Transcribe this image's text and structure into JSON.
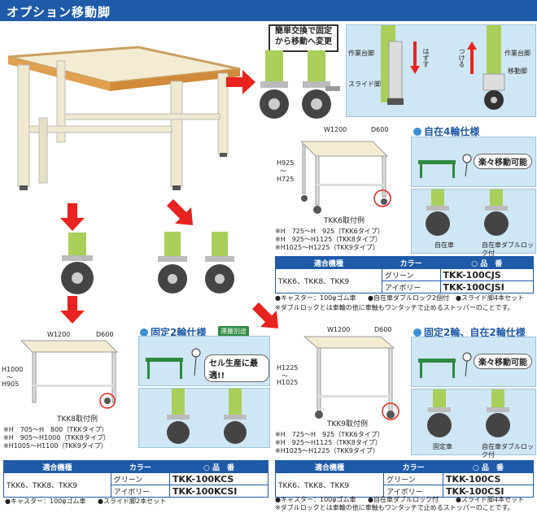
{
  "header": {
    "title": "オプション移動脚"
  },
  "callout": {
    "line1": "簡単交換で固定",
    "line2": "から移動へ変更"
  },
  "diagram": {
    "labels": [
      "作業台脚",
      "スライド脚",
      "はずす",
      "つける",
      "作業台脚",
      "移動脚"
    ]
  },
  "sec4": {
    "title": "自在4輪仕様",
    "bubble": "楽々移動可能",
    "dims": {
      "w": "W1200",
      "d": "D600",
      "h1": "H925",
      "tilde": "〜",
      "h2": "H725"
    },
    "caption": "TKK6取付例",
    "notes": [
      "※H　725〜H　925（TKK6タイプ）",
      "※H　925〜H1125（TKK8タイプ）",
      "※H1025〜H1225（TKK9タイプ）"
    ],
    "caster_labels": [
      "自在車",
      "自在車ダブルロック付"
    ],
    "table": {
      "headers": [
        "適合機種",
        "カラー",
        "○ 品　番"
      ],
      "model": "TKK6、TKK8、TKK9",
      "rows": [
        [
          "グリーン",
          "TKK-100CJS"
        ],
        [
          "アイボリー",
          "TKK-100CJSI"
        ]
      ]
    },
    "foot": [
      "●キャスター：100φゴム車",
      "●自在車ダブルロック2個付",
      "●スライド脚4本セット"
    ],
    "note2": "※ダブルロックとは車輪の他に車軸もワンタッチで止めるストッパーのことです。"
  },
  "sec2": {
    "title": "固定2輪仕様",
    "badge": "運搬別途",
    "bubble": "セル生産に最適!!",
    "dims": {
      "w": "W1200",
      "d": "D600",
      "h1": "H1000",
      "tilde": "〜",
      "h2": "H905"
    },
    "caption": "TKK8取付例",
    "notes": [
      "※H　705〜H　800（TKKタイプ）",
      "※H　905〜H1000（TKK8タイプ）",
      "※H1005〜H1100（TKK9タイプ）"
    ],
    "table": {
      "headers": [
        "適合機種",
        "カラー",
        "○ 品　番"
      ],
      "model": "TKK6、TKK8、TKK9",
      "rows": [
        [
          "グリーン",
          "TKK-100KCS"
        ],
        [
          "アイボリー",
          "TKK-100KCSI"
        ]
      ]
    },
    "foot": [
      "●キャスター：100φゴム車",
      "●スライド脚2本セット"
    ]
  },
  "sec22": {
    "title": "固定2輪、自在2輪仕様",
    "bubble": "楽々移動可能",
    "dims": {
      "w": "W1200",
      "d": "D600",
      "h1": "H1225",
      "tilde": "〜",
      "h2": "H1025"
    },
    "caption": "TKK9取付例",
    "notes": [
      "※H　725〜H　925（TKK6タイプ）",
      "※H　925〜H1125（TKK8タイプ）",
      "※H1025〜H1225（TKK9タイプ）"
    ],
    "caster_labels": [
      "固定車",
      "自在車ダブルロック付"
    ],
    "table": {
      "headers": [
        "適合機種",
        "カラー",
        "○ 品　番"
      ],
      "model": "TKK6、TKK8、TKK9",
      "rows": [
        [
          "グリーン",
          "TKK-100CS"
        ],
        [
          "アイボリー",
          "TKK-100CSI"
        ]
      ]
    },
    "foot": [
      "●キャスター：100φゴム車",
      "●自在車ダブルロック付",
      "●スライド脚4本セット"
    ],
    "note2": "※ダブルロックとは車輪の他に車軸もワンタッチで止めるストッパーのことです。"
  }
}
